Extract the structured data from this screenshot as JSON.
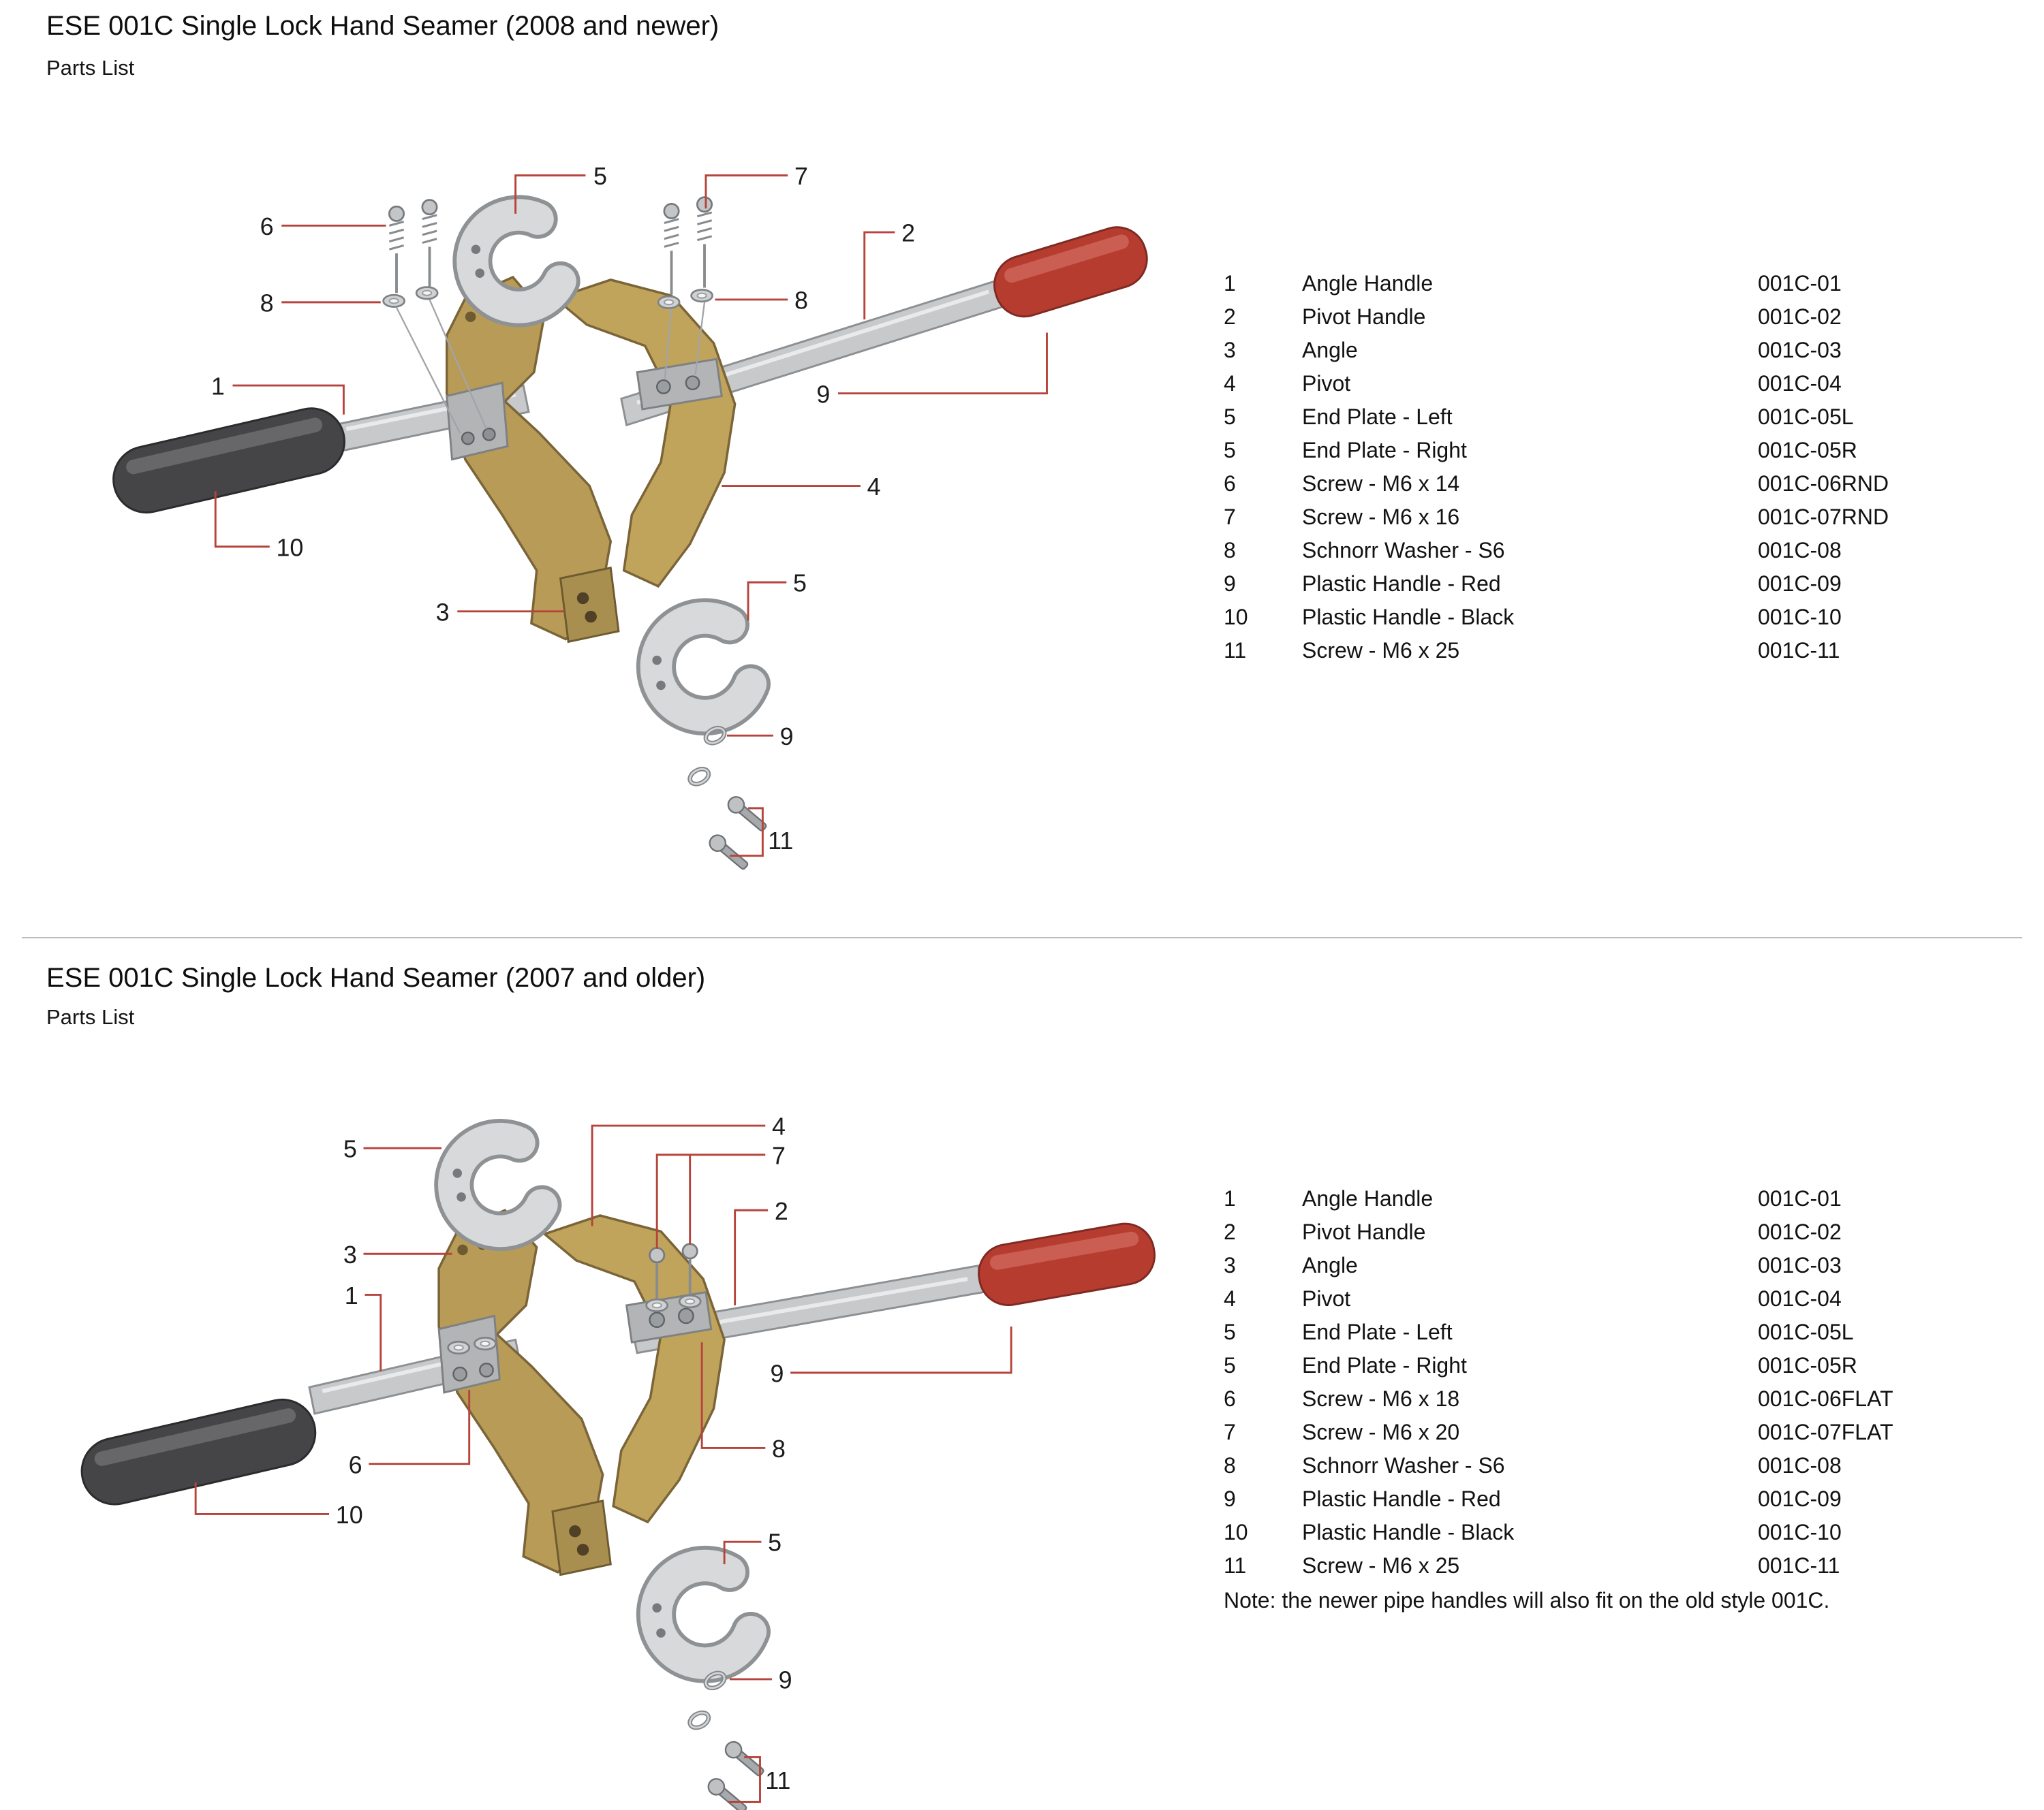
{
  "sections": [
    {
      "title": "ESE 001C Single Lock Hand Seamer (2008 and newer)",
      "subtitle": "Parts List",
      "parts": [
        {
          "num": "1",
          "name": "Angle Handle",
          "code": "001C-01"
        },
        {
          "num": "2",
          "name": "Pivot Handle",
          "code": "001C-02"
        },
        {
          "num": "3",
          "name": "Angle",
          "code": "001C-03"
        },
        {
          "num": "4",
          "name": "Pivot",
          "code": "001C-04"
        },
        {
          "num": "5",
          "name": "End Plate - Left",
          "code": "001C-05L"
        },
        {
          "num": "5",
          "name": "End Plate - Right",
          "code": "001C-05R"
        },
        {
          "num": "6",
          "name": "Screw - M6 x 14",
          "code": "001C-06RND"
        },
        {
          "num": "7",
          "name": "Screw - M6 x 16",
          "code": "001C-07RND"
        },
        {
          "num": "8",
          "name": "Schnorr Washer - S6",
          "code": "001C-08"
        },
        {
          "num": "9",
          "name": "Plastic Handle - Red",
          "code": "001C-09"
        },
        {
          "num": "10",
          "name": "Plastic Handle - Black",
          "code": "001C-10"
        },
        {
          "num": "11",
          "name": "Screw - M6 x 25",
          "code": "001C-11"
        }
      ],
      "callout_labels": [
        "5",
        "7",
        "6",
        "2",
        "8",
        "8",
        "1",
        "9",
        "4",
        "10",
        "3",
        "5",
        "9",
        "11"
      ]
    },
    {
      "title": "ESE 001C Single Lock Hand Seamer (2007 and older)",
      "subtitle": "Parts List",
      "parts": [
        {
          "num": "1",
          "name": "Angle Handle",
          "code": "001C-01"
        },
        {
          "num": "2",
          "name": "Pivot Handle",
          "code": "001C-02"
        },
        {
          "num": "3",
          "name": "Angle",
          "code": "001C-03"
        },
        {
          "num": "4",
          "name": "Pivot",
          "code": "001C-04"
        },
        {
          "num": "5",
          "name": "End Plate - Left",
          "code": "001C-05L"
        },
        {
          "num": "5",
          "name": "End Plate - Right",
          "code": "001C-05R"
        },
        {
          "num": "6",
          "name": "Screw - M6 x 18",
          "code": "001C-06FLAT"
        },
        {
          "num": "7",
          "name": "Screw - M6 x 20",
          "code": "001C-07FLAT"
        },
        {
          "num": "8",
          "name": "Schnorr Washer - S6",
          "code": "001C-08"
        },
        {
          "num": "9",
          "name": "Plastic Handle - Red",
          "code": "001C-09"
        },
        {
          "num": "10",
          "name": "Plastic Handle - Black",
          "code": "001C-10"
        },
        {
          "num": "11",
          "name": "Screw - M6 x 25",
          "code": "001C-11"
        }
      ],
      "note": "Note: the newer pipe handles will also fit on the old style 001C.",
      "callout_labels": [
        "5",
        "4",
        "7",
        "2",
        "3",
        "1",
        "9",
        "6",
        "8",
        "10",
        "5",
        "9",
        "11"
      ]
    }
  ],
  "colors": {
    "plastic_handle_red": "#b63c30",
    "plastic_handle_black": "#454548",
    "body_gold": "#b79b56",
    "metal_gray": "#c7c9cb",
    "callout_line_red": "#b5443c"
  }
}
